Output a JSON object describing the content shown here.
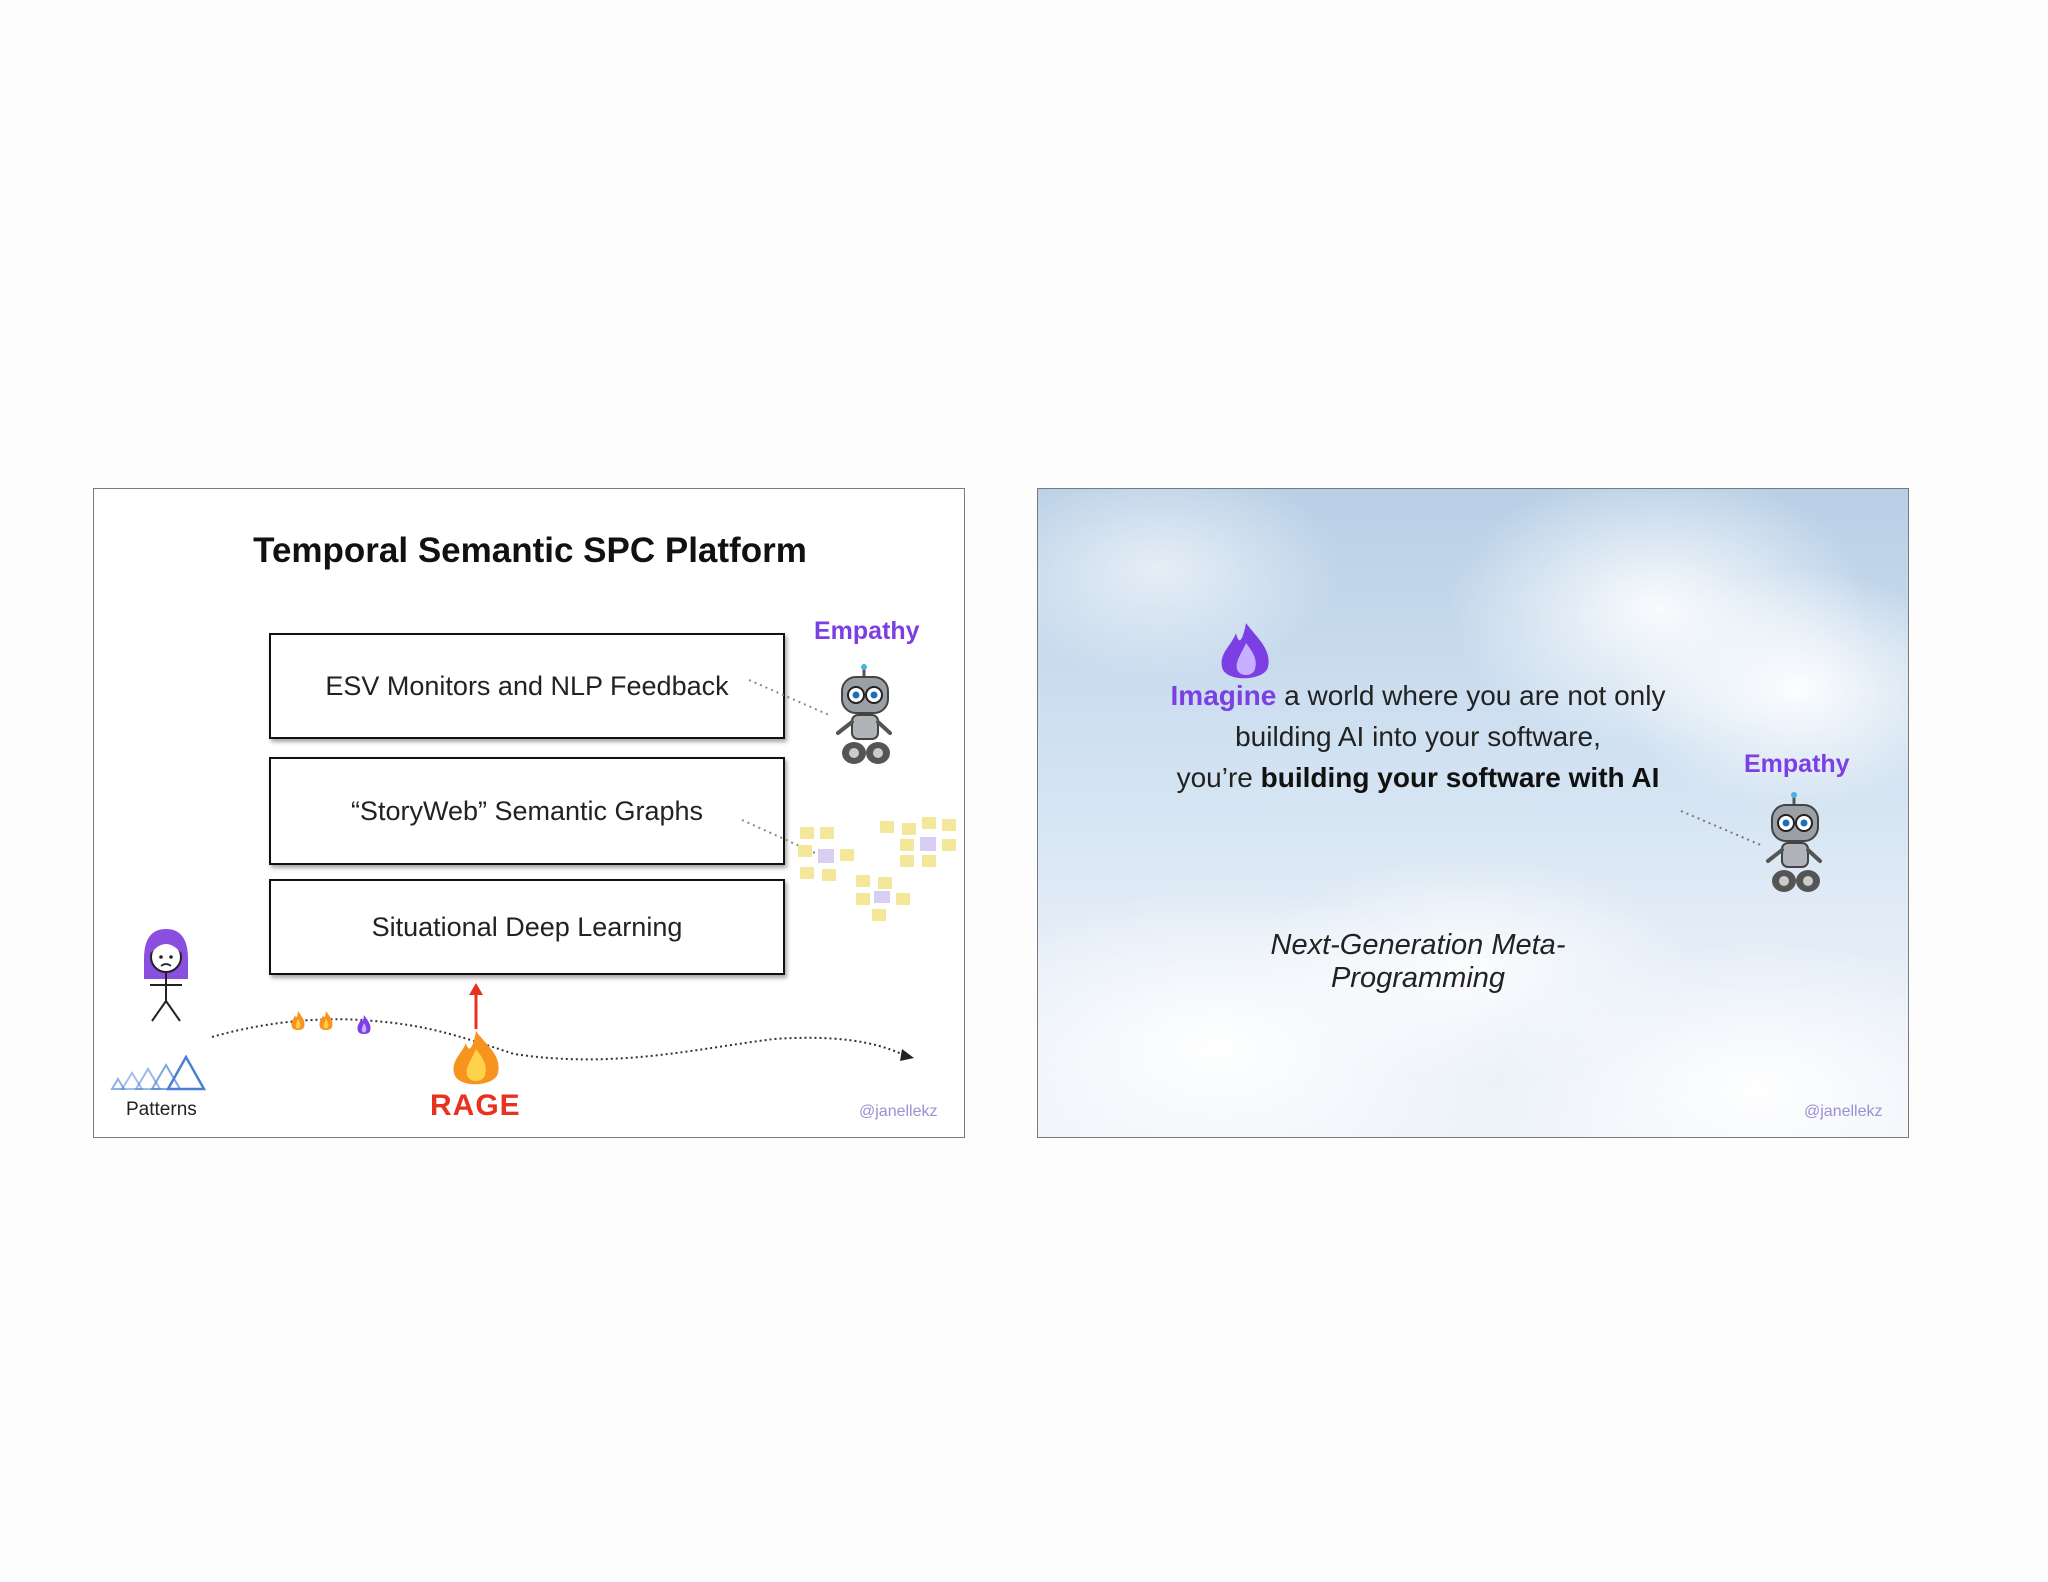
{
  "slide1": {
    "title": "Temporal Semantic SPC Platform",
    "boxes": [
      {
        "label": "ESV Monitors and NLP Feedback"
      },
      {
        "label": "“StoryWeb” Semantic Graphs"
      },
      {
        "label": "Situational Deep Learning"
      }
    ],
    "empathy_label": "Empathy",
    "rage_label": "RAGE",
    "patterns_label": "Patterns",
    "credit": "@janellekz"
  },
  "slide2": {
    "line1_highlight": "Imagine",
    "line1_rest": " a world where you are not only",
    "line2": "building AI into your software,",
    "line3_prefix": "you’re ",
    "line3_bold": "building your software with AI",
    "empathy_label": "Empathy",
    "subtitle": "Next-Generation Meta-Programming",
    "credit": "@janellekz"
  },
  "colors": {
    "accent_purple": "#7b3fe4",
    "rage_red": "#e8321e",
    "flame_orange": "#f7941d",
    "credit_lavender": "#9b8fd6",
    "pattern_blue": "#4a7fd4"
  }
}
